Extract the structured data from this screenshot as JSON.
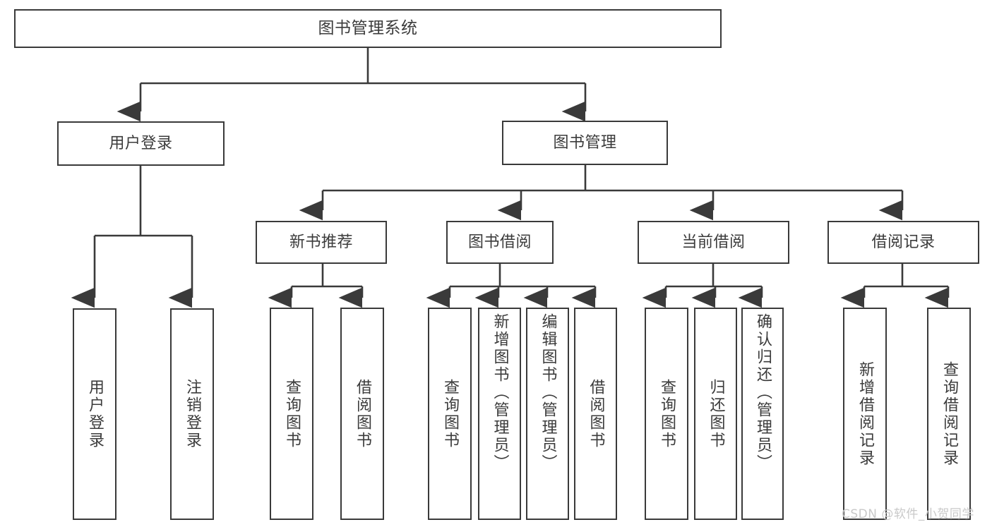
{
  "diagram": {
    "title": "图书管理系统",
    "type": "tree-hierarchy-diagram",
    "stroke_color": "#3a3a3a",
    "text_color": "#3b3b3b",
    "background_color": "#ffffff",
    "watermark": "CSDN @软件_小贺同学"
  },
  "root": {
    "label": "图书管理系统"
  },
  "level2": [
    {
      "label": "用户登录"
    },
    {
      "label": "图书管理"
    }
  ],
  "groups": [
    {
      "label": "新书推荐"
    },
    {
      "label": "图书借阅"
    },
    {
      "label": "当前借阅"
    },
    {
      "label": "借阅记录"
    }
  ],
  "leaves": {
    "user_login": [
      {
        "label": "用户登录"
      },
      {
        "label": "注销登录"
      }
    ],
    "new_book": [
      {
        "label": "查询图书"
      },
      {
        "label": "借阅图书"
      }
    ],
    "book_borrow": [
      {
        "label": "查询图书"
      },
      {
        "label": "新增图书（管理员）"
      },
      {
        "label": "编辑图书（管理员）"
      },
      {
        "label": "借阅图书"
      }
    ],
    "current_borrow": [
      {
        "label": "查询图书"
      },
      {
        "label": "归还图书"
      },
      {
        "label": "确认归还（管理员）"
      }
    ],
    "borrow_record": [
      {
        "label": "新增借阅记录"
      },
      {
        "label": "查询借阅记录"
      }
    ]
  }
}
